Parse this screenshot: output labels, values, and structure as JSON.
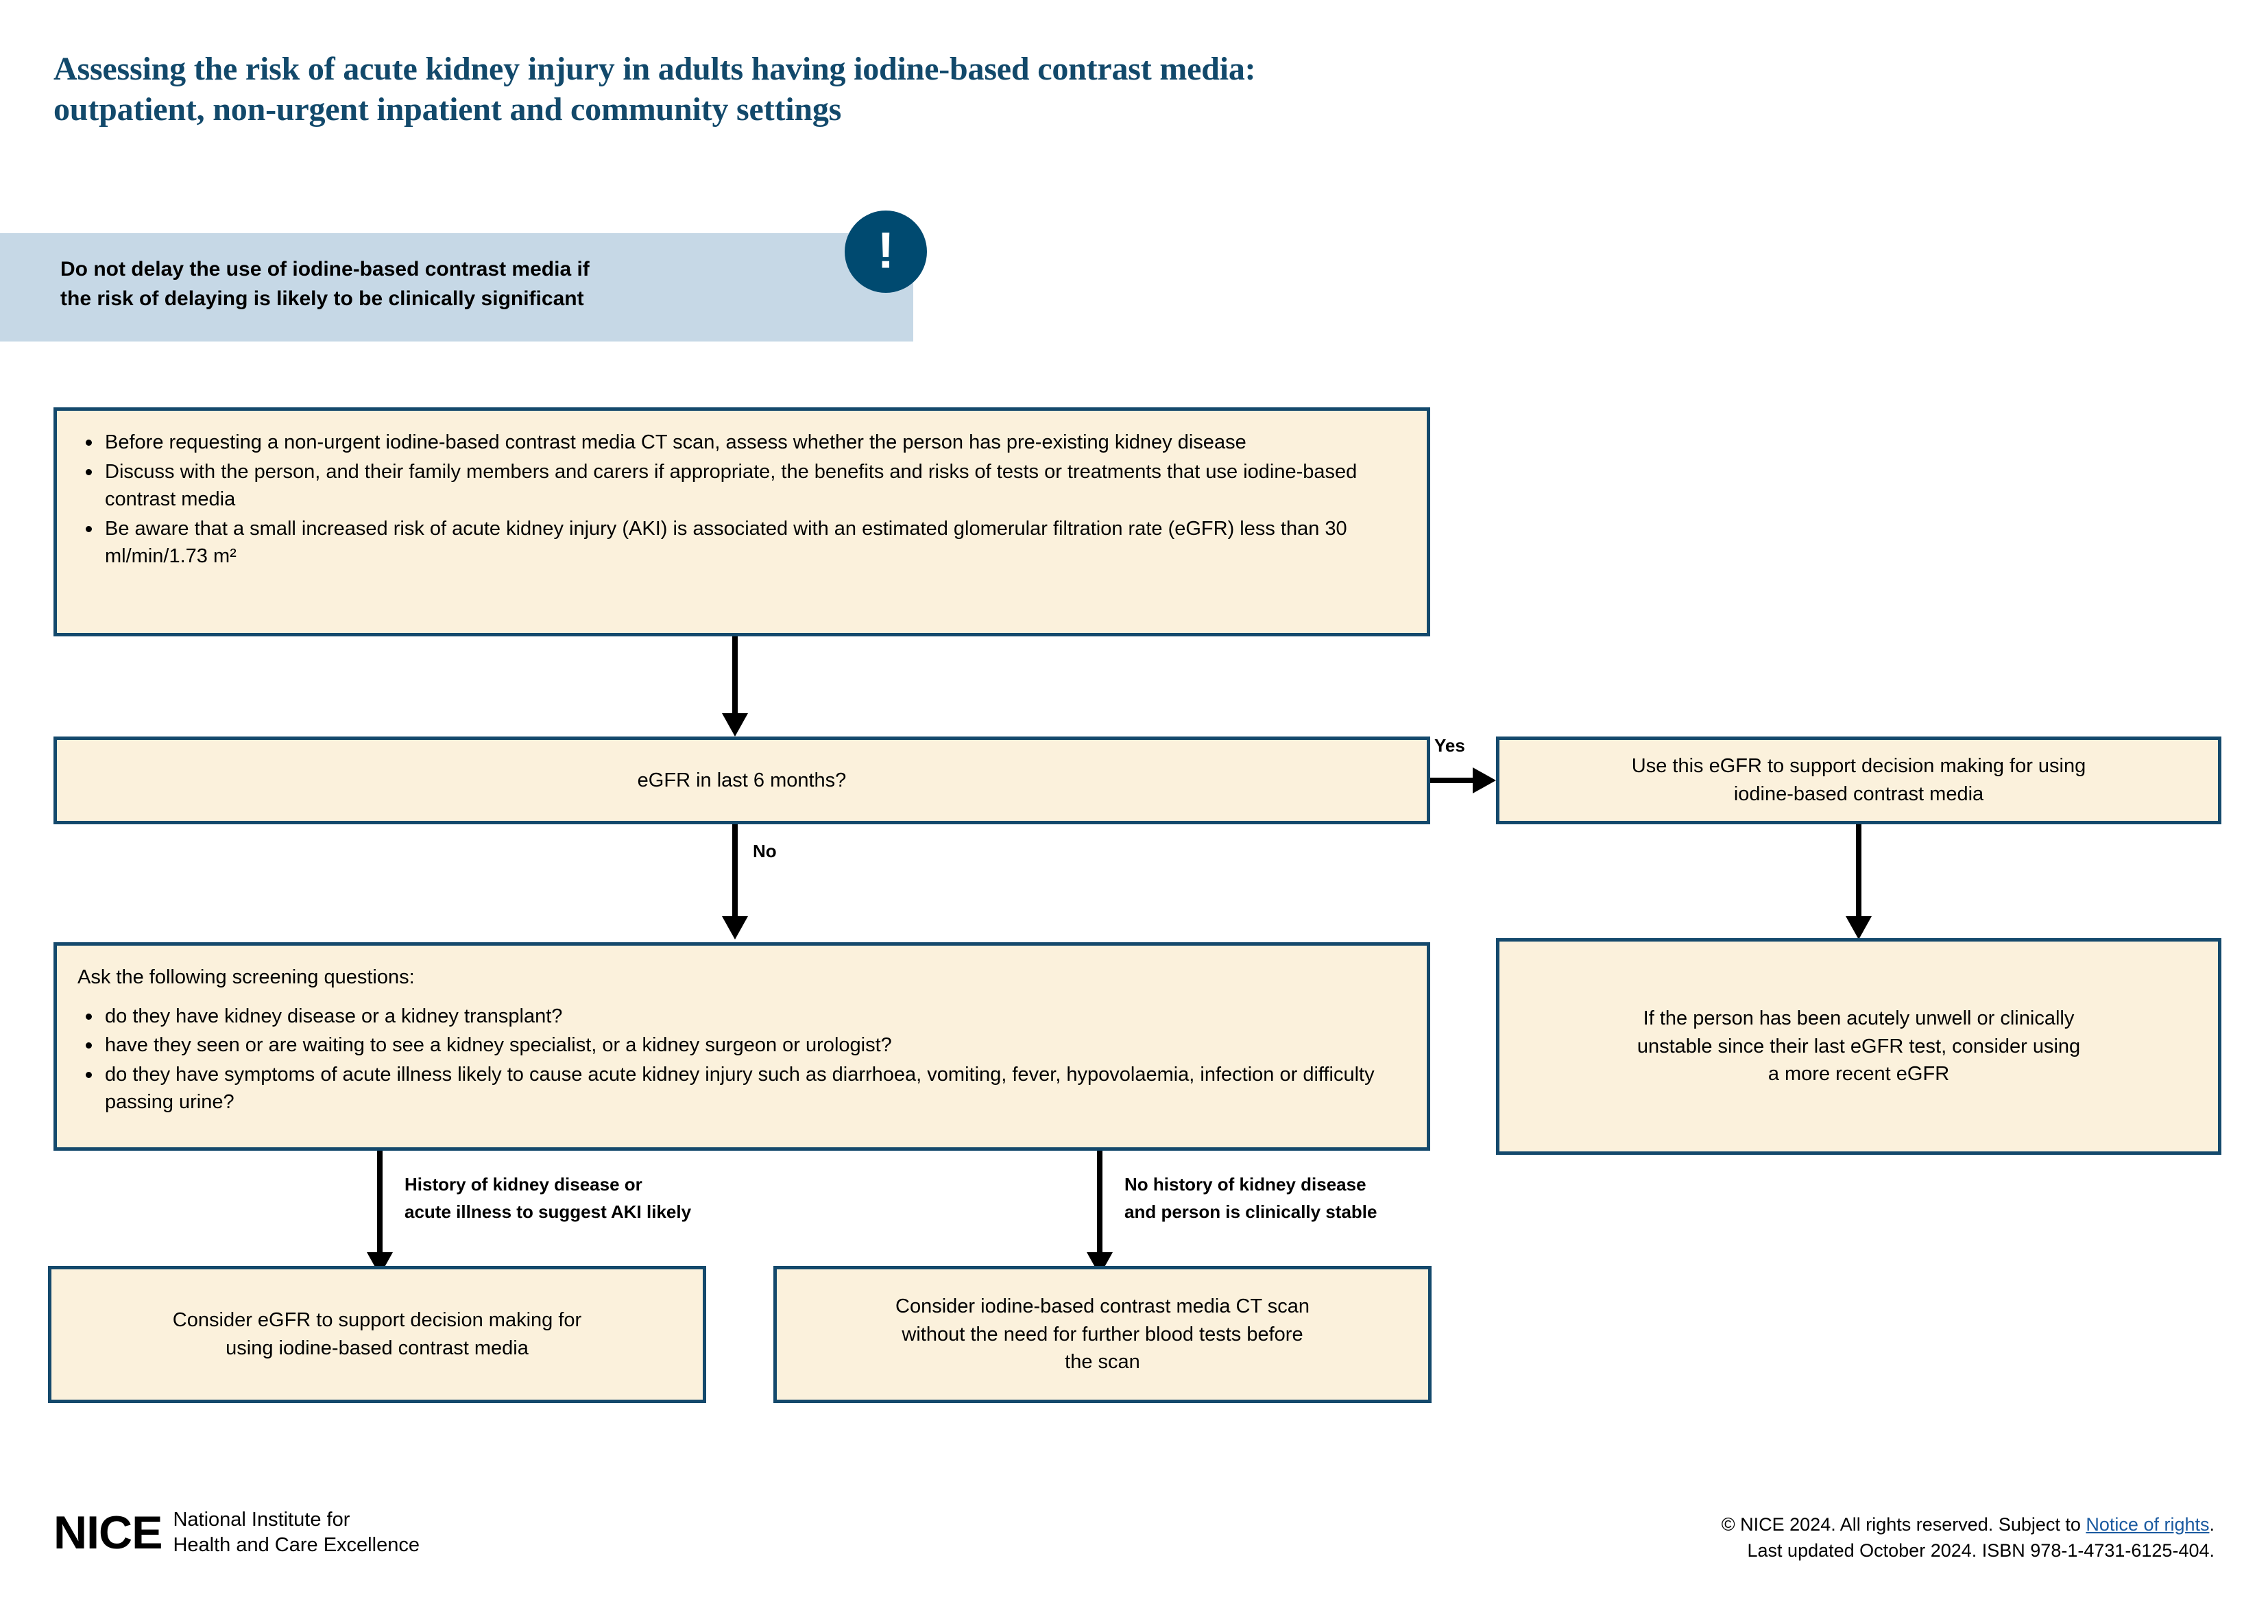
{
  "title": {
    "line1": "Assessing the risk of acute kidney injury in adults having iodine-based contrast media:",
    "line2": "outpatient, non-urgent inpatient and community settings",
    "color": "#12496b"
  },
  "alert": {
    "icon": "exclamation-mark",
    "icon_glyph": "!",
    "line1": "Do not delay the use of iodine-based contrast media if",
    "line2": "the risk of delaying is likely to be clinically significant",
    "background": "#c6d8e6",
    "icon_color": "#004a70"
  },
  "boxes": {
    "assess": {
      "bullets": [
        "Before requesting a non-urgent iodine-based contrast media CT scan, assess whether the person has pre-existing kidney disease",
        "Discuss with the person, and their family members and carers if appropriate, the benefits and risks of tests or treatments that use iodine-based contrast media",
        "Be aware that a small increased risk of acute kidney injury (AKI) is associated with an estimated glomerular filtration rate (eGFR) less than 30 ml/min/1.73 m²"
      ]
    },
    "decision_egfr": {
      "text": "eGFR in last 6 months?"
    },
    "use_this_egfr": {
      "line1": "Use this eGFR to support decision making for using",
      "line2": "iodine-based contrast media"
    },
    "screening": {
      "lead": "Ask the following screening questions:",
      "bullets": [
        "do they have kidney disease or a kidney transplant?",
        "have they seen or are waiting to see a kidney specialist, or a kidney surgeon or urologist?",
        "do they have symptoms of acute illness likely to cause acute kidney injury such as diarrhoea, vomiting, fever, hypovolaemia, infection or difficulty passing urine?"
      ]
    },
    "acutely_unwell": {
      "line1": "If the person has been acutely unwell or clinically",
      "line2": "unstable since their last eGFR test, consider using",
      "line3": "a more recent eGFR"
    },
    "consider_egfr": {
      "line1": "Consider eGFR to support decision making for",
      "line2": "using iodine-based contrast media"
    },
    "consider_ct": {
      "line1": "Consider iodine-based contrast media CT scan",
      "line2": "without the need for further blood tests before",
      "line3": "the scan"
    }
  },
  "edges": {
    "yes": "Yes",
    "no": "No",
    "history_line1": "History of kidney disease or",
    "history_line2": "acute illness to suggest AKI likely",
    "no_history_line1": "No history of kidney disease",
    "no_history_line2": "and person is clinically stable"
  },
  "footer": {
    "logo_mark": "NICE",
    "logo_line1": "National Institute for",
    "logo_line2": "Health and Care Excellence",
    "copy_prefix": "© NICE 2024. All rights reserved. Subject to ",
    "copy_link": "Notice of rights",
    "copy_suffix": ".",
    "copy_line2": "Last updated October 2024. ISBN 978-1-4731-6125-404."
  },
  "colors": {
    "box_fill": "#fbf1dc",
    "box_border": "#14496c",
    "brand_dark": "#004a70",
    "link": "#1a5aa0"
  }
}
